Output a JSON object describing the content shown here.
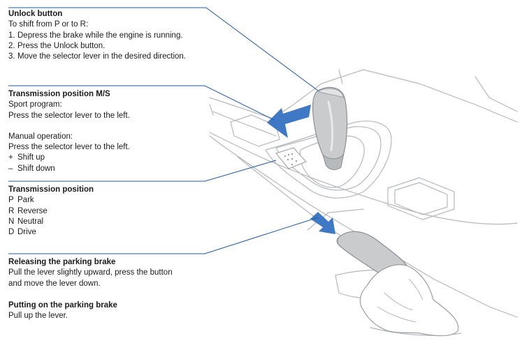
{
  "sections": {
    "unlock": {
      "title": "Unlock button",
      "intro": "To shift from P or to R:",
      "steps": [
        {
          "key": "1.",
          "text": "Depress the brake while the engine is running."
        },
        {
          "key": "2.",
          "text": "Press the Unlock button."
        },
        {
          "key": "3.",
          "text": "Move the selector lever in the desired direction."
        }
      ]
    },
    "ms": {
      "title": "Transmission position M/S",
      "sport_label": "Sport program:",
      "sport_text": "Press the selector lever to the left.",
      "manual_label": "Manual operation:",
      "manual_text": "Press the selector lever to the left.",
      "items": [
        {
          "key": "+",
          "text": "Shift up"
        },
        {
          "key": "–",
          "text": "Shift down"
        }
      ]
    },
    "position": {
      "title": "Transmission position",
      "items": [
        {
          "key": "P",
          "text": "Park"
        },
        {
          "key": "R",
          "text": "Reverse"
        },
        {
          "key": "N",
          "text": "Neutral"
        },
        {
          "key": "D",
          "text": "Drive"
        }
      ]
    },
    "release": {
      "title": "Releasing the parking brake",
      "line1": "Pull the lever slightly upward, press the button",
      "line2": "and move the lever down."
    },
    "apply": {
      "title": "Putting on the parking brake",
      "text": "Pull up the lever."
    }
  },
  "colors": {
    "callout_line": "#1f5aa6",
    "arrow": "#3f78c4",
    "outline": "#b4b8bc",
    "lever_fill": "#c9cbcd",
    "text": "#1a1a1a"
  }
}
